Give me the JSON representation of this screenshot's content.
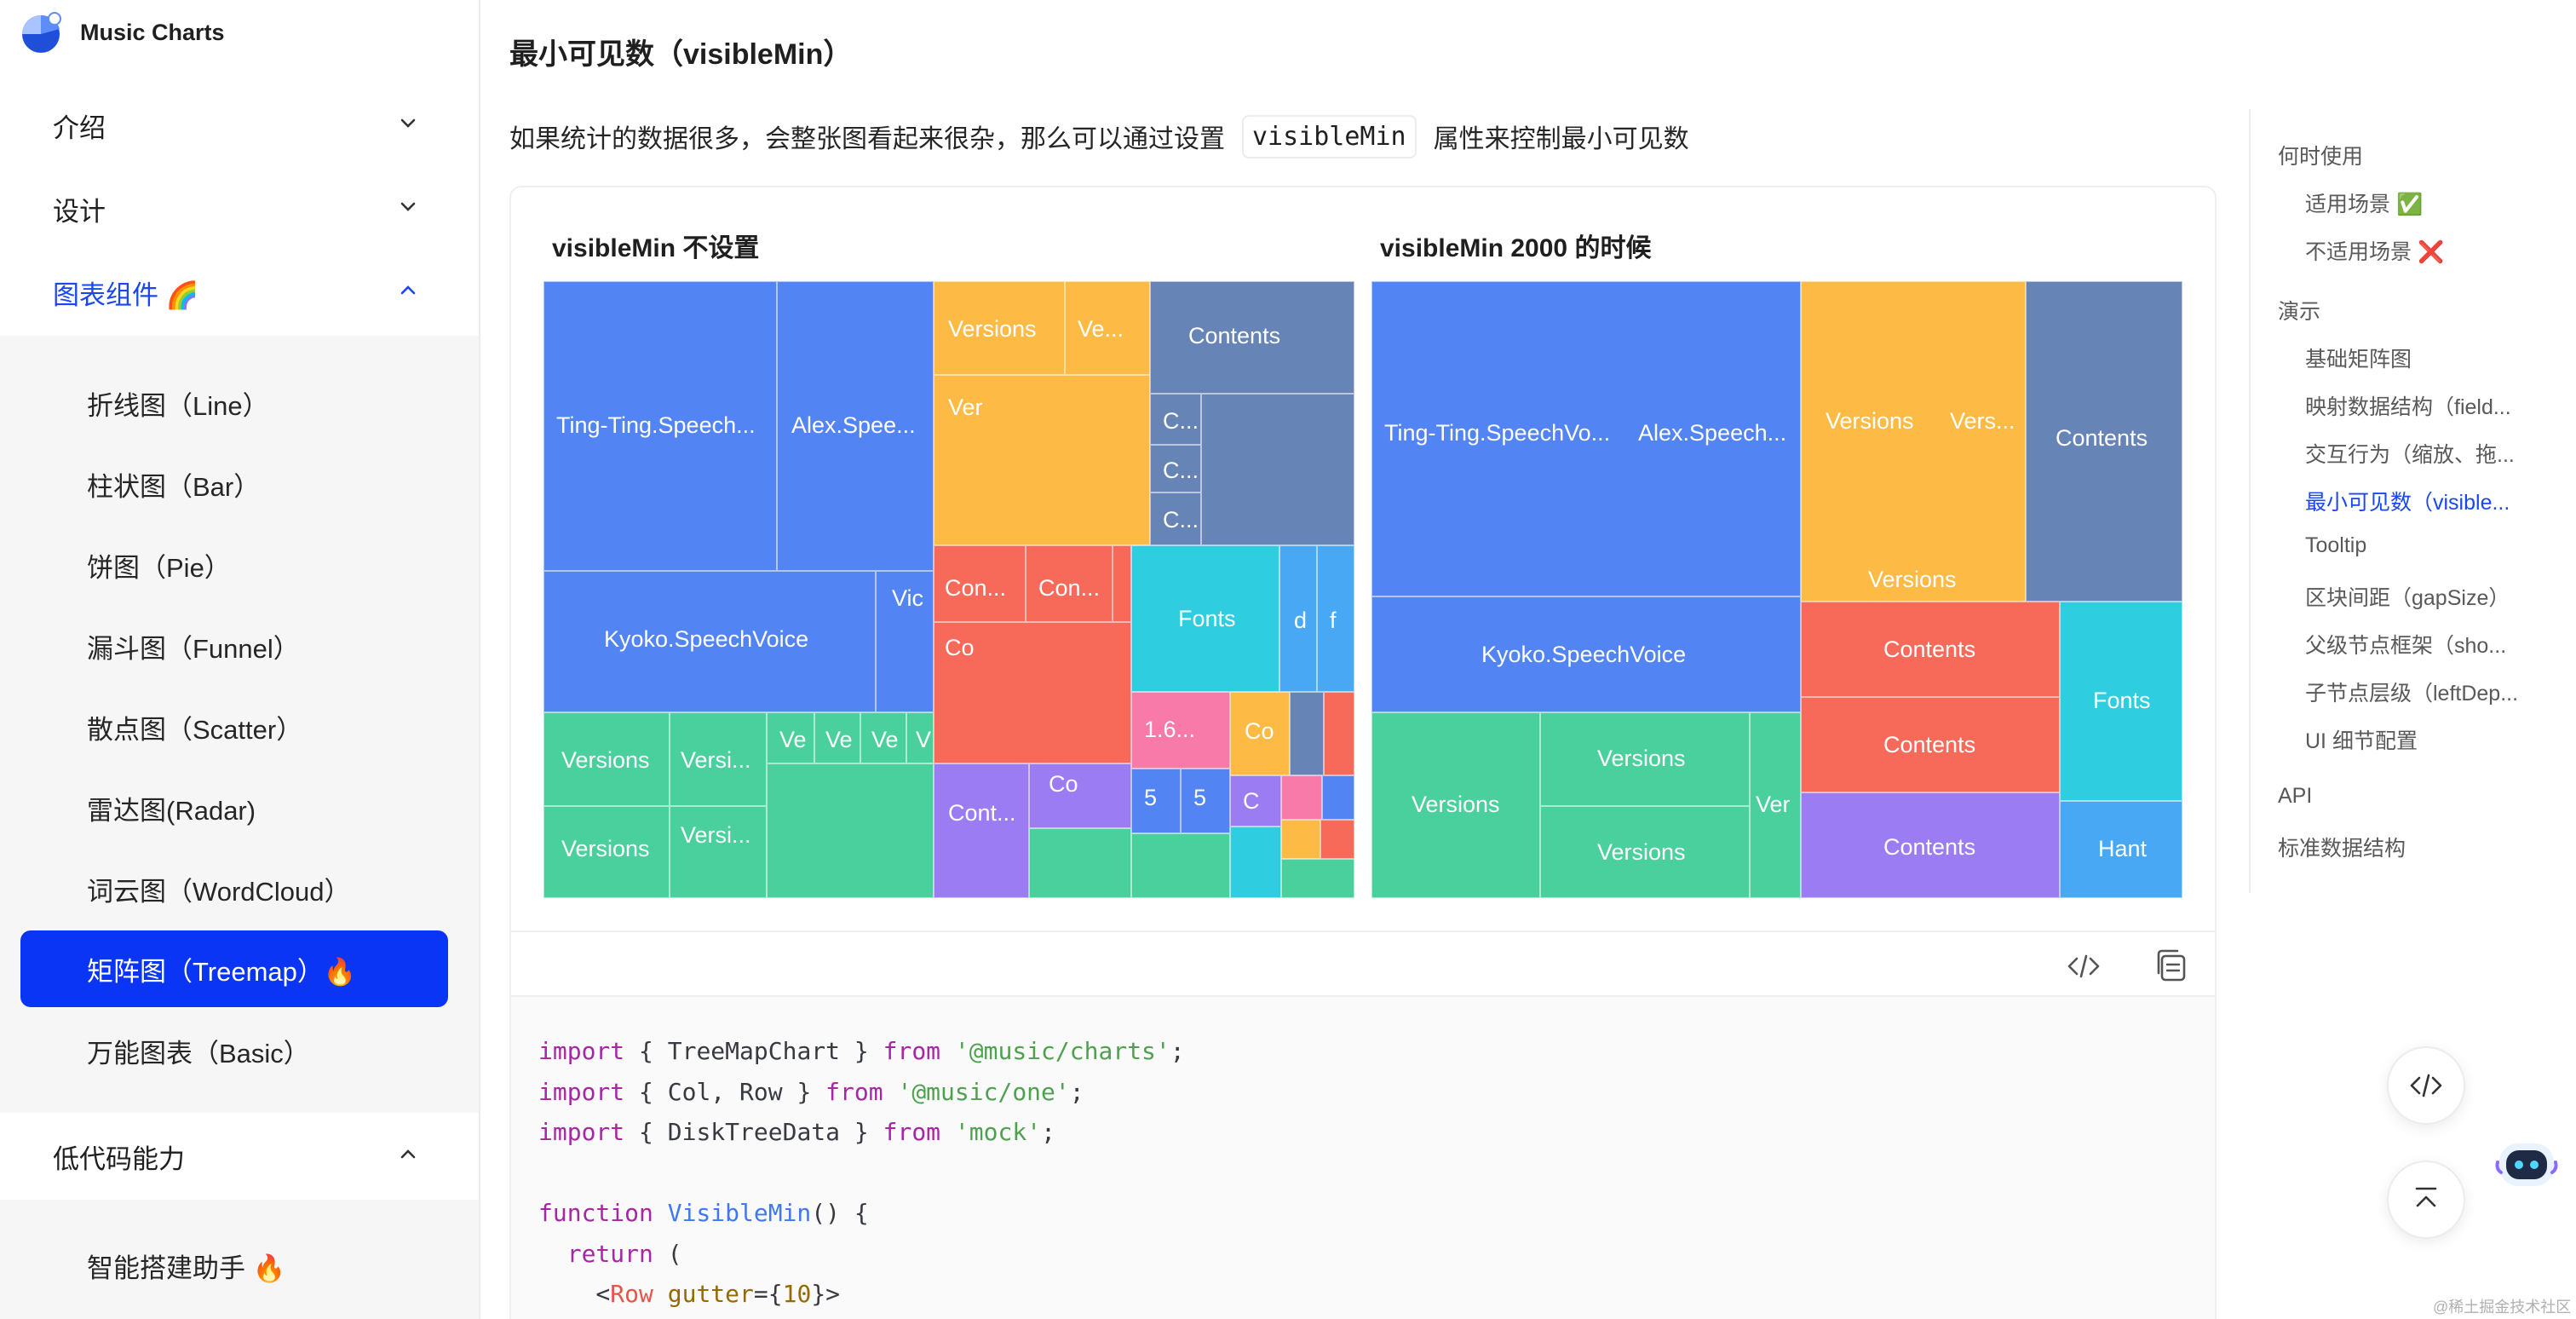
{
  "brand": {
    "name": "Music Charts"
  },
  "sidebar": {
    "groups": [
      {
        "label": "介绍"
      },
      {
        "label": "设计"
      },
      {
        "label": "图表组件 🌈"
      },
      {
        "label": "低代码能力"
      }
    ],
    "chart_items": [
      {
        "label": "折线图（Line）"
      },
      {
        "label": "柱状图（Bar）"
      },
      {
        "label": "饼图（Pie）"
      },
      {
        "label": "漏斗图（Funnel）"
      },
      {
        "label": "散点图（Scatter）"
      },
      {
        "label": "雷达图(Radar)"
      },
      {
        "label": "词云图（WordCloud）"
      },
      {
        "label": "矩阵图（Treemap）🔥"
      },
      {
        "label": "万能图表（Basic）"
      }
    ],
    "lowcode_items": [
      {
        "label": "智能搭建助手 🔥"
      }
    ]
  },
  "main": {
    "section_title": "最小可见数（visibleMin）",
    "intro_before": "如果统计的数据很多，会整张图看起来很杂，那么可以通过设置",
    "intro_code": "visibleMin",
    "intro_after": "属性来控制最小可见数",
    "charts": [
      {
        "title": "visibleMin 不设置",
        "labels": {
          "a": "Ting-Ting.Speech...",
          "b": "Alex.Spee...",
          "c": "Kyoko.SpeechVoice",
          "d": "Vic",
          "e": "Versions",
          "f": "Ve...",
          "g": "Ver",
          "h": "Contents",
          "i": "C...",
          "j": "C...",
          "k": "C...",
          "l": "Con...",
          "m": "Con...",
          "n": "Co",
          "o": "Fonts",
          "p": "d",
          "q": "f",
          "r": "Versions",
          "s": "Versi...",
          "t": "Versi...",
          "u": "Versions",
          "v": "Ve",
          "w": "Ve",
          "x": "Ve",
          "y": "V",
          "z": "Cont...",
          "aa": "Co",
          "ab": "1.6...",
          "ac": "Co",
          "ad": "5",
          "ae": "5",
          "af": "C"
        }
      },
      {
        "title": "visibleMin 2000 的时候",
        "labels": {
          "a": "Ting-Ting.SpeechVo...",
          "b": "Alex.Speech...",
          "c": "Kyoko.SpeechVoice",
          "d": "Versions",
          "e": "Vers...",
          "f": "Versions",
          "g": "Contents",
          "h": "Contents",
          "i": "Contents",
          "j": "Fonts",
          "k": "Contents",
          "l": "Hant",
          "m": "Versions",
          "n": "Versions",
          "o": "Versions",
          "p": "Ver"
        }
      }
    ],
    "code_lines": [
      "import { TreeMapChart } from '@music/charts';",
      "import { Col, Row } from '@music/one';",
      "import { DiskTreeData } from 'mock';",
      "",
      "function VisibleMin() {",
      "  return (",
      "    <Row gutter={10}>"
    ]
  },
  "toc": {
    "items": [
      {
        "label": "何时使用"
      },
      {
        "label": "适用场景 ✅"
      },
      {
        "label": "不适用场景 ❌"
      },
      {
        "label": "演示"
      },
      {
        "label": "基础矩阵图"
      },
      {
        "label": "映射数据结构（field..."
      },
      {
        "label": "交互行为（缩放、拖..."
      },
      {
        "label": "最小可见数（visible..."
      },
      {
        "label": "Tooltip"
      },
      {
        "label": "区块间距（gapSize）"
      },
      {
        "label": "父级节点框架（sho..."
      },
      {
        "label": "子节点层级（leftDep..."
      },
      {
        "label": "UI 细节配置"
      },
      {
        "label": "API"
      },
      {
        "label": "标准数据结构"
      }
    ]
  },
  "colors": {
    "accent": "#1947f0",
    "selected_bg": "#0a35f5",
    "blue": "#5384f4",
    "yellow": "#fdbb46",
    "slate": "#6784b7",
    "red": "#f76a5a",
    "cyan": "#2fcde0",
    "green": "#49d09d",
    "purple": "#9b7cf2",
    "pink": "#f87aa8"
  },
  "footer": {
    "watermark": "@稀土掘金技术社区"
  }
}
